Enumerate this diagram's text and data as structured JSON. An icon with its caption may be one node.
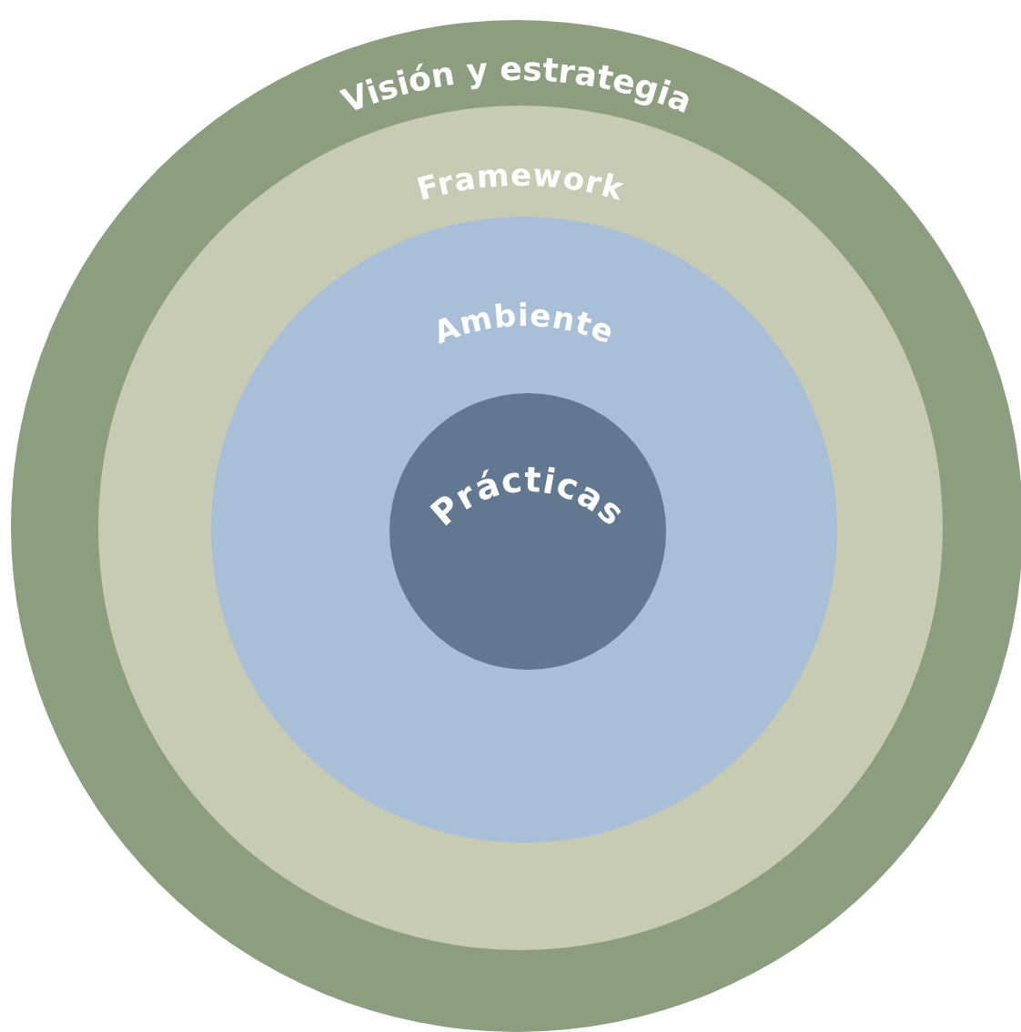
{
  "diagram": {
    "nodes": [
      {
        "text": [
          "Visión y estrategia"
        ]
      },
      {
        "text": [
          "Framework"
        ],
        "in": 0
      },
      {
        "text": [
          "Ambiente"
        ],
        "in": 1
      },
      {
        "text": [
          "Prácticas"
        ],
        "in": 2
      }
    ]
  }
}
